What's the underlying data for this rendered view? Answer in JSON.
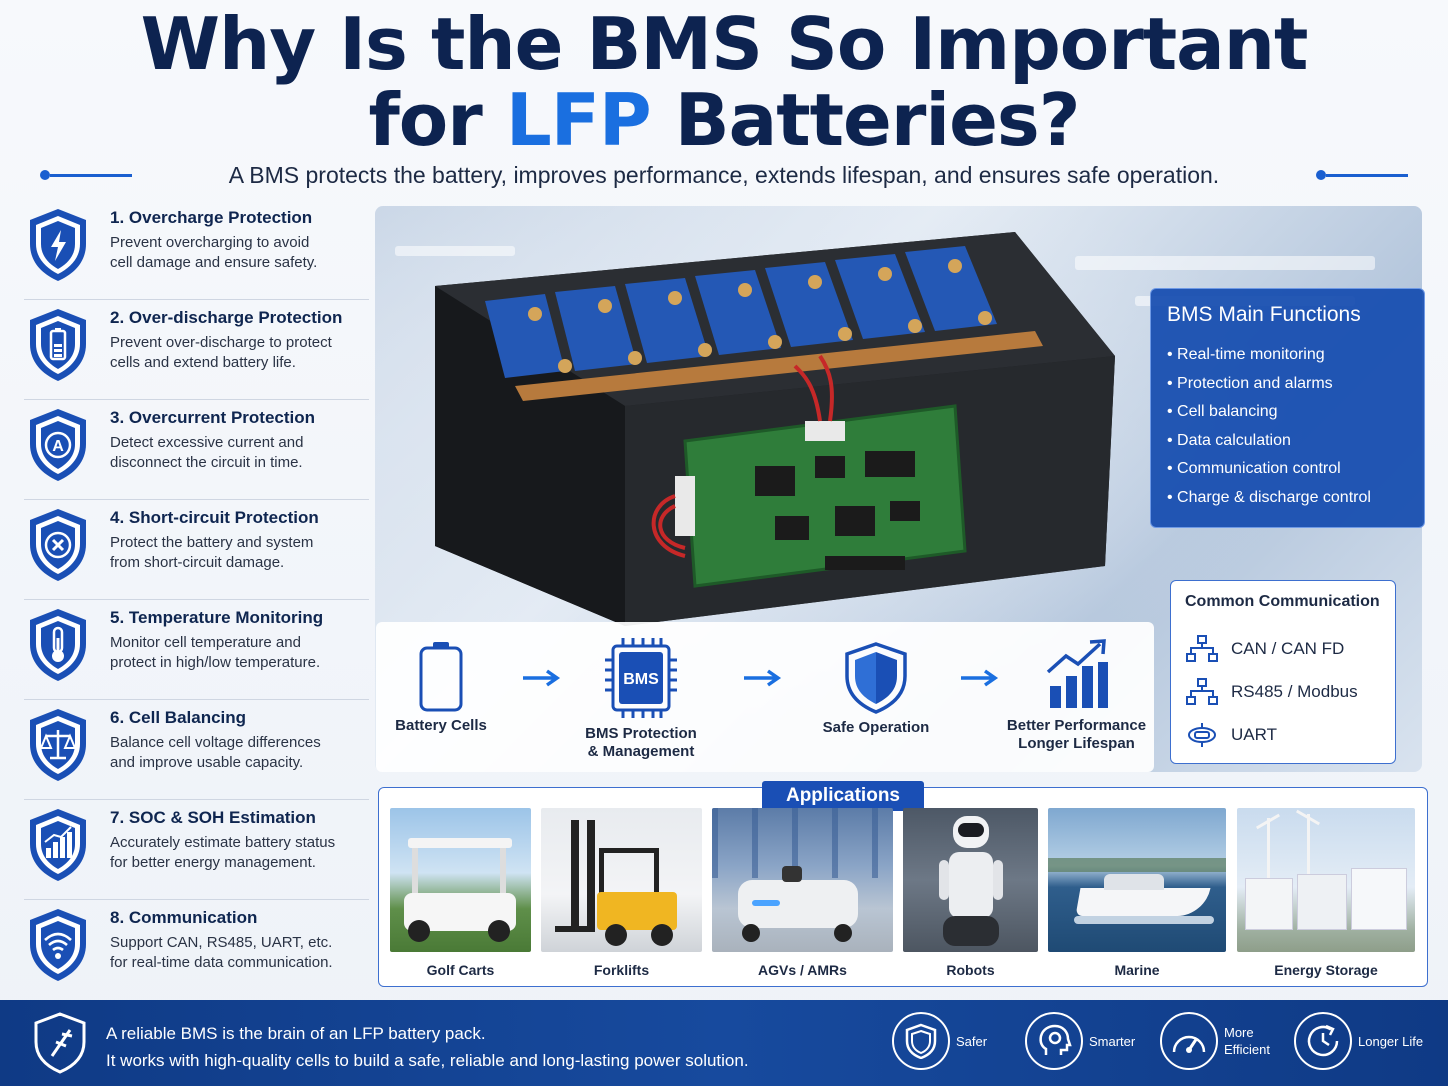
{
  "header": {
    "title_line1": "Why Is the BMS So Important",
    "title_line2_prefix": "for ",
    "title_line2_accent": "LFP",
    "title_line2_suffix": " Batteries?",
    "subtitle": "A BMS protects the battery, improves performance, extends lifespan, and ensures safe operation."
  },
  "features": [
    {
      "title": "1. Overcharge Protection",
      "desc1": "Prevent overcharging to avoid",
      "desc2": "cell damage and ensure safety.",
      "icon": "lightning-shield-icon"
    },
    {
      "title": "2. Over-discharge Protection",
      "desc1": "Prevent over-discharge to protect",
      "desc2": "cells and extend battery life.",
      "icon": "battery-shield-icon"
    },
    {
      "title": "3. Overcurrent Protection",
      "desc1": "Detect excessive current and",
      "desc2": "disconnect the circuit in time.",
      "icon": "ampere-shield-icon"
    },
    {
      "title": "4. Short-circuit Protection",
      "desc1": "Protect the battery and system",
      "desc2": "from short-circuit damage.",
      "icon": "x-circle-shield-icon"
    },
    {
      "title": "5. Temperature Monitoring",
      "desc1": "Monitor cell temperature and",
      "desc2": "protect in high/low temperature.",
      "icon": "thermometer-shield-icon"
    },
    {
      "title": "6. Cell Balancing",
      "desc1": "Balance cell voltage differences",
      "desc2": "and improve usable capacity.",
      "icon": "scale-shield-icon"
    },
    {
      "title": "7. SOC & SOH Estimation",
      "desc1": "Accurately estimate battery status",
      "desc2": "for better energy management.",
      "icon": "bar-chart-shield-icon"
    },
    {
      "title": "8. Communication",
      "desc1": "Support CAN, RS485, UART, etc.",
      "desc2": "for real-time data communication.",
      "icon": "wifi-shield-icon"
    }
  ],
  "bms_functions": {
    "title": "BMS Main Functions",
    "items": [
      "Real-time monitoring",
      "Protection and alarms",
      "Cell balancing",
      "Data calculation",
      "Communication control",
      "Charge & discharge control"
    ]
  },
  "communication": {
    "title": "Common Communication",
    "items": [
      "CAN / CAN FD",
      "RS485 / Modbus",
      "UART"
    ]
  },
  "flow": {
    "chip_label": "BMS",
    "steps": [
      {
        "l1": "Battery Cells",
        "l2": ""
      },
      {
        "l1": "BMS Protection",
        "l2": "& Management"
      },
      {
        "l1": "Safe Operation",
        "l2": ""
      },
      {
        "l1": "Better Performance",
        "l2": "Longer Lifespan"
      }
    ]
  },
  "applications": {
    "title": "Applications",
    "items": [
      "Golf Carts",
      "Forklifts",
      "AGVs / AMRs",
      "Robots",
      "Marine",
      "Energy Storage"
    ]
  },
  "footer": {
    "line1": "A reliable BMS is the brain of an LFP battery pack.",
    "line2": "It works with high-quality cells to build a safe, reliable and long-lasting power solution.",
    "badges": [
      {
        "l1": "Safer",
        "l2": ""
      },
      {
        "l1": "Smarter",
        "l2": ""
      },
      {
        "l1": "More",
        "l2": "Efficient"
      },
      {
        "l1": "Longer Life",
        "l2": ""
      }
    ]
  },
  "colors": {
    "navy": "#0d2350",
    "accent": "#1a6fe0",
    "panel_blue": "#144baf",
    "footer": "#0f3a85"
  }
}
